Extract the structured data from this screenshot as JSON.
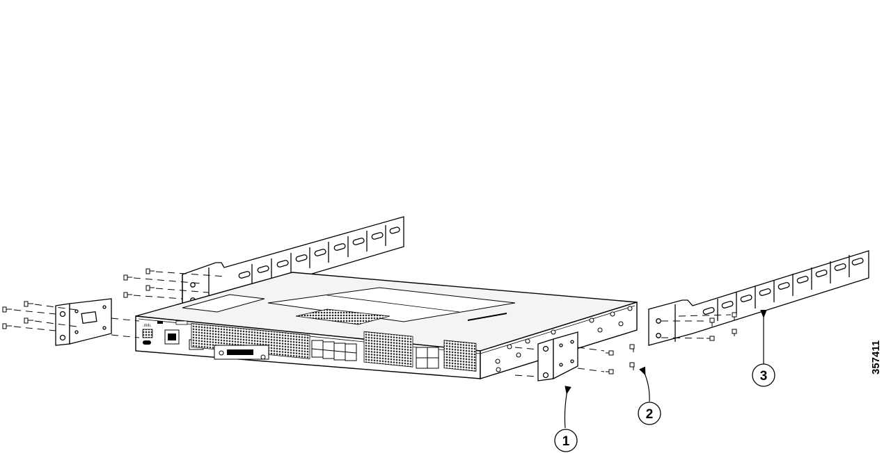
{
  "figure": {
    "id": "357411",
    "callouts": [
      {
        "number": "1",
        "refers_to": "front rack-mount bracket"
      },
      {
        "number": "2",
        "refers_to": "bracket screws"
      },
      {
        "number": "3",
        "refers_to": "extended rear rack-mount bracket"
      }
    ]
  },
  "colors": {
    "line": "#000000",
    "background": "#ffffff",
    "chassis_fill": "#f4f4f4",
    "vent_fill": "#2a2a2a"
  }
}
